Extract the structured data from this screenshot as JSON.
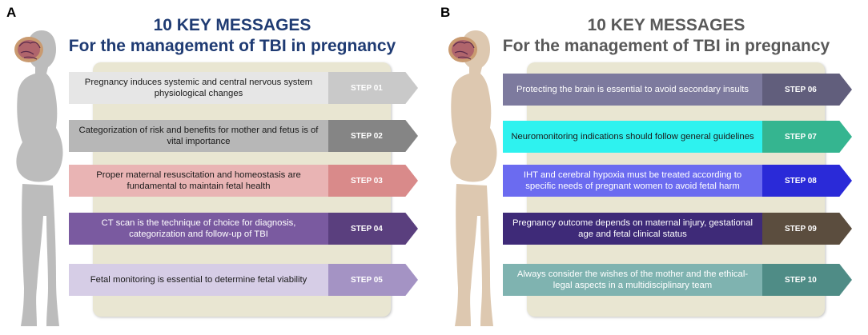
{
  "panels": [
    {
      "letter": "A",
      "title_line1": "10 KEY MESSAGES",
      "title_line2": "For the management of TBI in pregnancy",
      "title_color": "#1f3b73",
      "silhouette_color": "#bcbcbc",
      "steps": [
        {
          "text": "Pregnancy induces systemic and central nervous system physiological changes",
          "label": "STEP 01",
          "msg_bg": "#e6e6e6",
          "msg_fg": "#1a1a1a",
          "tag_bg": "#c9c9c9",
          "fold": "#b0b0b0"
        },
        {
          "text": "Categorization of risk and benefits for mother and fetus is of vital importance",
          "label": "STEP 02",
          "msg_bg": "#b7b7b7",
          "msg_fg": "#1a1a1a",
          "tag_bg": "#858585",
          "fold": "#777777"
        },
        {
          "text": "Proper maternal resuscitation and homeostasis are fundamental to maintain fetal health",
          "label": "STEP 03",
          "msg_bg": "#e9b4b4",
          "msg_fg": "#1a1a1a",
          "tag_bg": "#d98a8a",
          "fold": "#c47373"
        },
        {
          "text": "CT scan is the technique of choice for diagnosis, categorization and follow-up of TBI",
          "label": "STEP 04",
          "msg_bg": "#7a5aa0",
          "msg_fg": "#ffffff",
          "tag_bg": "#5a3f7e",
          "fold": "#4a3268"
        },
        {
          "text": "Fetal monitoring is essential to determine fetal viability",
          "label": "STEP 05",
          "msg_bg": "#d6cde6",
          "msg_fg": "#1a1a1a",
          "tag_bg": "#a493c4",
          "fold": "#8f7db4"
        }
      ]
    },
    {
      "letter": "B",
      "title_line1": "10 KEY MESSAGES",
      "title_line2": "For the management of TBI in pregnancy",
      "title_color": "#595959",
      "silhouette_color": "#ddc8b0",
      "steps": [
        {
          "text": "Protecting the brain is essential to avoid secondary insults",
          "label": "STEP 06",
          "msg_bg": "#7d7a9e",
          "msg_fg": "#ffffff",
          "tag_bg": "#615e7c",
          "fold": "#4f4c68"
        },
        {
          "text": "Neuromonitoring indications should follow general guidelines",
          "label": "STEP 07",
          "msg_bg": "#2ef2ef",
          "msg_fg": "#1a1a1a",
          "tag_bg": "#35b590",
          "fold": "#24957a"
        },
        {
          "text": "IHT and cerebral hypoxia must be treated according to specific needs of pregnant women to avoid fetal harm",
          "label": "STEP 08",
          "msg_bg": "#6b6bf0",
          "msg_fg": "#ffffff",
          "tag_bg": "#2a2ad8",
          "fold": "#2323a8"
        },
        {
          "text": "Pregnancy outcome depends on maternal injury, gestational age and fetal clinical status",
          "label": "STEP 09",
          "msg_bg": "#3e2a78",
          "msg_fg": "#ffffff",
          "tag_bg": "#5b4d3e",
          "fold": "#46392d"
        },
        {
          "text": "Always consider the wishes of the mother and the ethical-legal aspects in a multidisciplinary team",
          "label": "STEP 10",
          "msg_bg": "#7fb3b0",
          "msg_fg": "#ffffff",
          "tag_bg": "#4f8c86",
          "fold": "#3f7670"
        }
      ]
    }
  ]
}
